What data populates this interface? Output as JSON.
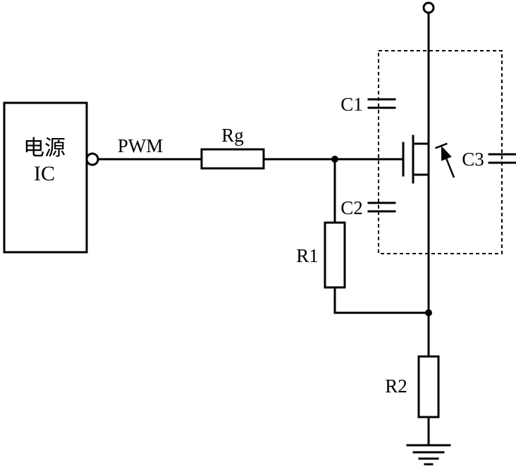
{
  "circuit": {
    "ic": {
      "line1": "电源",
      "line2": "IC"
    },
    "signal": "PWM",
    "components": {
      "rg": "Rg",
      "r1": "R1",
      "r2": "R2",
      "c1": "C1",
      "c2": "C2",
      "c3": "C3"
    },
    "colors": {
      "line": "#000000",
      "background": "#ffffff"
    }
  }
}
